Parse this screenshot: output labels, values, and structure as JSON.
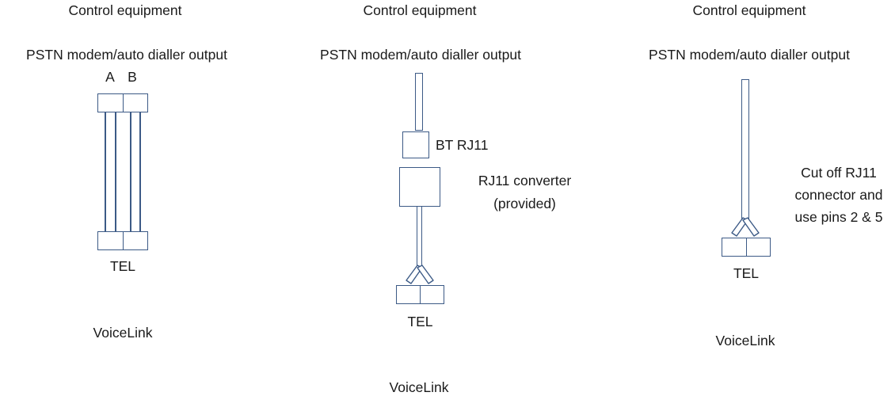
{
  "colors": {
    "line": "#3c5a86",
    "text": "#1a1a1a"
  },
  "diagrams": [
    {
      "title": "Control equipment",
      "subtitle": "PSTN modem/auto dialler output",
      "pin_a": "A",
      "pin_b": "B",
      "tel_label": "TEL",
      "device_label": "VoiceLink"
    },
    {
      "title": "Control equipment",
      "subtitle": "PSTN modem/auto dialler output",
      "bt_rj11_label": "BT RJ11",
      "converter_label_line1": "RJ11 converter",
      "converter_label_line2": "(provided)",
      "tel_label": "TEL",
      "device_label": "VoiceLink"
    },
    {
      "title": "Control equipment",
      "subtitle": "PSTN modem/auto dialler output",
      "note_line1": "Cut off RJ11",
      "note_line2": "connector and",
      "note_line3": "use pins 2 & 5",
      "tel_label": "TEL",
      "device_label": "VoiceLink"
    }
  ]
}
